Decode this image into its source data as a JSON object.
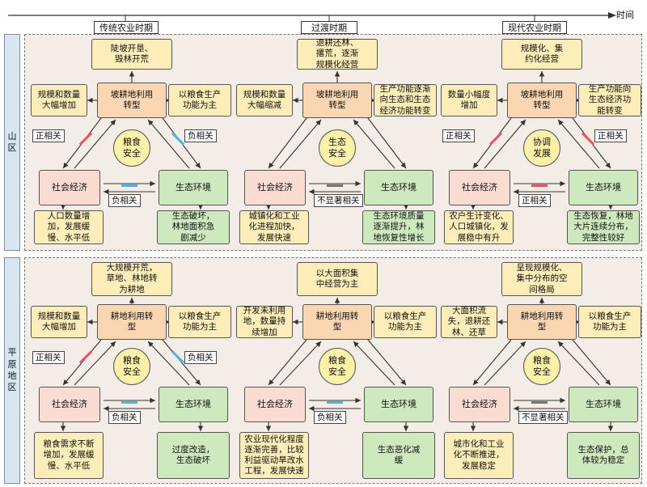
{
  "timeline": {
    "axis_label": "时间",
    "periods": [
      "传统农业时期",
      "过渡时期",
      "现代农业时期"
    ]
  },
  "regions": {
    "mountain": "山\n区",
    "plain": "平\n原\n地\n区"
  },
  "colors": {
    "positive_tick": "#e25565",
    "negative_tick": "#4fb3e0",
    "insignificant_tick": "#777777",
    "panel_bg": "#f4ece6",
    "region_label_bg": "#d6e7f2"
  },
  "mountain": [
    {
      "top": "陡坡开垦、\n毁林开荒",
      "left": "规模和数量\n大幅增加",
      "center": "坡耕地利用\n转型",
      "right": "以粮食生产\n功能为主",
      "circle": "粮食\n安全",
      "left_rel": "正相关",
      "right_rel": "负相关",
      "bottom_rel": "负相关",
      "socio": "社会经济",
      "eco": "生态环境",
      "socio_note": "人口数量增\n加，发展缓\n慢、水平低",
      "eco_note": "生态破坏，\n林地面积急\n剧减少"
    },
    {
      "top": "退耕还林、\n撂荒，逐渐\n规模化经营",
      "left": "规模和数量\n大幅缩减",
      "center": "坡耕地利用\n转型",
      "right": "生产功能逐渐\n向生态和生态\n经济功能转变",
      "circle": "生态\n安全",
      "left_rel": "",
      "right_rel": "",
      "bottom_rel": "不显著相关",
      "socio": "社会经济",
      "eco": "生态环境",
      "socio_note": "城镇化和工业\n化进程加快，\n发展快速",
      "eco_note": "生态环境质量\n逐渐提升，林\n地恢复性增长"
    },
    {
      "top": "规模化、集\n约化经营",
      "left": "数量小幅度\n增加",
      "center": "坡耕地利用\n转型",
      "right": "生产功能向\n生态经济功\n能转变",
      "circle": "协调\n发展",
      "left_rel": "正相关",
      "right_rel": "正相关",
      "bottom_rel": "正相关",
      "socio": "社会经济",
      "eco": "生态环境",
      "socio_note": "农户生计变化、\n人口城镇化，发\n展稳中有升",
      "eco_note": "生态恢复，林地\n大片连续分布，\n完整性较好"
    }
  ],
  "plain": [
    {
      "top": "大规模开荒，\n草地、林地转\n为耕地",
      "left": "规模和数量\n大幅增加",
      "center": "耕地利用转\n型",
      "right": "以粮食生产\n功能为主",
      "circle": "粮食\n安全",
      "left_rel": "正相关",
      "right_rel": "负相关",
      "bottom_rel": "负相关",
      "socio": "社会经济",
      "eco": "生态环境",
      "socio_note": "粮食需求不断\n增加，发展缓\n慢、水平低",
      "eco_note": "过度改造，\n生态破坏"
    },
    {
      "top": "以大面积集\n中经营为主",
      "left": "开发未利用\n地，数量持\n续增加",
      "center": "耕地利用转\n型",
      "right": "以粮食生产\n功能为主",
      "circle": "粮食\n安全",
      "left_rel": "",
      "right_rel": "",
      "bottom_rel": "负相关",
      "socio": "社会经济",
      "eco": "生态环境",
      "socio_note": "农业现代化程度\n逐渐完善，比较\n利益驱动旱改水\n工程，发展快速",
      "eco_note": "生态恶化减\n缓"
    },
    {
      "top": "呈现规模化、\n集中分布的空\n间格局",
      "left": "大面积流\n失，退耕还\n林、还草",
      "center": "耕地利用转\n型",
      "right": "以粮食生产\n功能为主",
      "circle": "粮食\n安全",
      "left_rel": "",
      "right_rel": "",
      "bottom_rel": "不显著相关",
      "socio": "社会经济",
      "eco": "生态环境",
      "socio_note": "城市化和工业\n化不断推进，\n发展稳定",
      "eco_note": "生态保护，总\n体较为稳定"
    }
  ]
}
